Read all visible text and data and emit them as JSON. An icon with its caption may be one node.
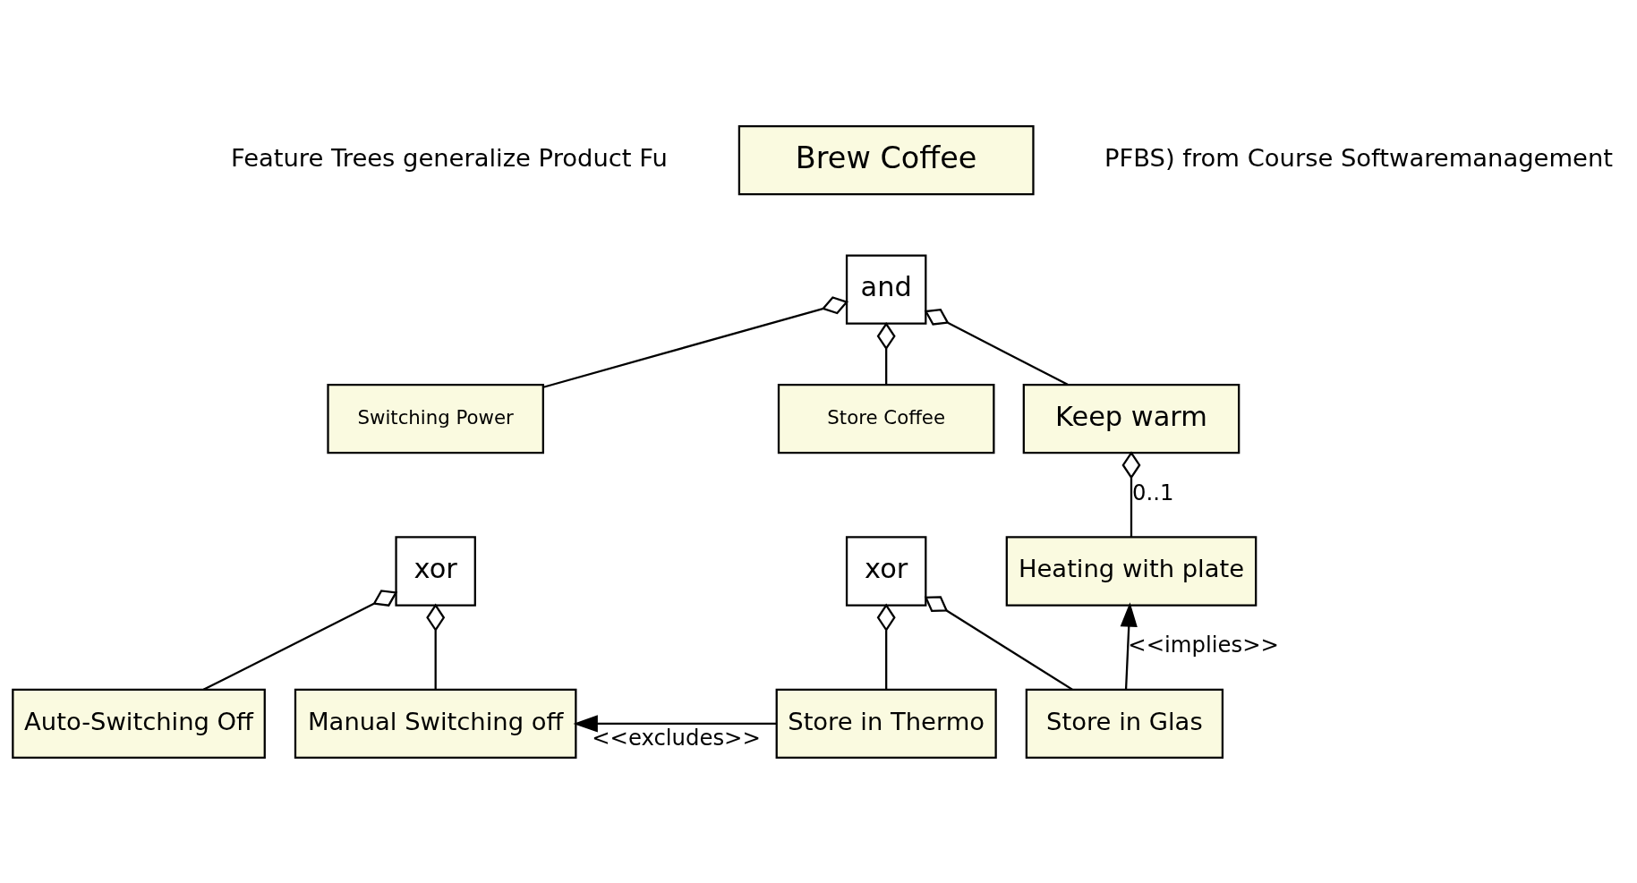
{
  "diagram": {
    "nodes": [
      {
        "text": [
          "Brew Coffee"
        ]
      },
      {
        "text": [
          "and"
        ]
      },
      {
        "text": [
          "Switching Power"
        ]
      },
      {
        "text": [
          "xor"
        ]
      },
      {
        "text": [
          "Keep warm"
        ]
      },
      {
        "text": [
          "Store Coffee"
        ]
      },
      {
        "text": [
          "xor"
        ]
      },
      {
        "text": [
          "Auto-Switching Off"
        ]
      },
      {
        "text": [
          "Manual Switching off"
        ]
      },
      {
        "text": [
          "Heating with plate"
        ]
      },
      {
        "text": [
          "Store in Glas"
        ]
      },
      {
        "text": [
          "Store in Thermo"
        ]
      }
    ],
    "edges": [
      {
        "from": 2,
        "to": 1,
        "arrow": "other"
      },
      {
        "from": 4,
        "to": 1,
        "arrow": "other"
      },
      {
        "from": 5,
        "to": 1,
        "arrow": "other"
      },
      {
        "from": 7,
        "to": 3,
        "arrow": "other"
      },
      {
        "from": 8,
        "to": 3,
        "arrow": "other"
      },
      {
        "from": 9,
        "to": 4,
        "arrow": "other",
        "label": "0..1"
      },
      {
        "from": 10,
        "to": 6,
        "arrow": "other"
      },
      {
        "from": 11,
        "to": 6,
        "arrow": "other"
      },
      {
        "from": 10,
        "to": 9,
        "arrow": "to",
        "label": "<<implies>>"
      },
      {
        "from": 11,
        "to": 8,
        "arrow": "to",
        "label": "<<excludes>>"
      }
    ],
    "labels": [
      "Feature Trees generalize Product Fu",
      "PFBS) from Course Softwaremanagement"
    ]
  }
}
